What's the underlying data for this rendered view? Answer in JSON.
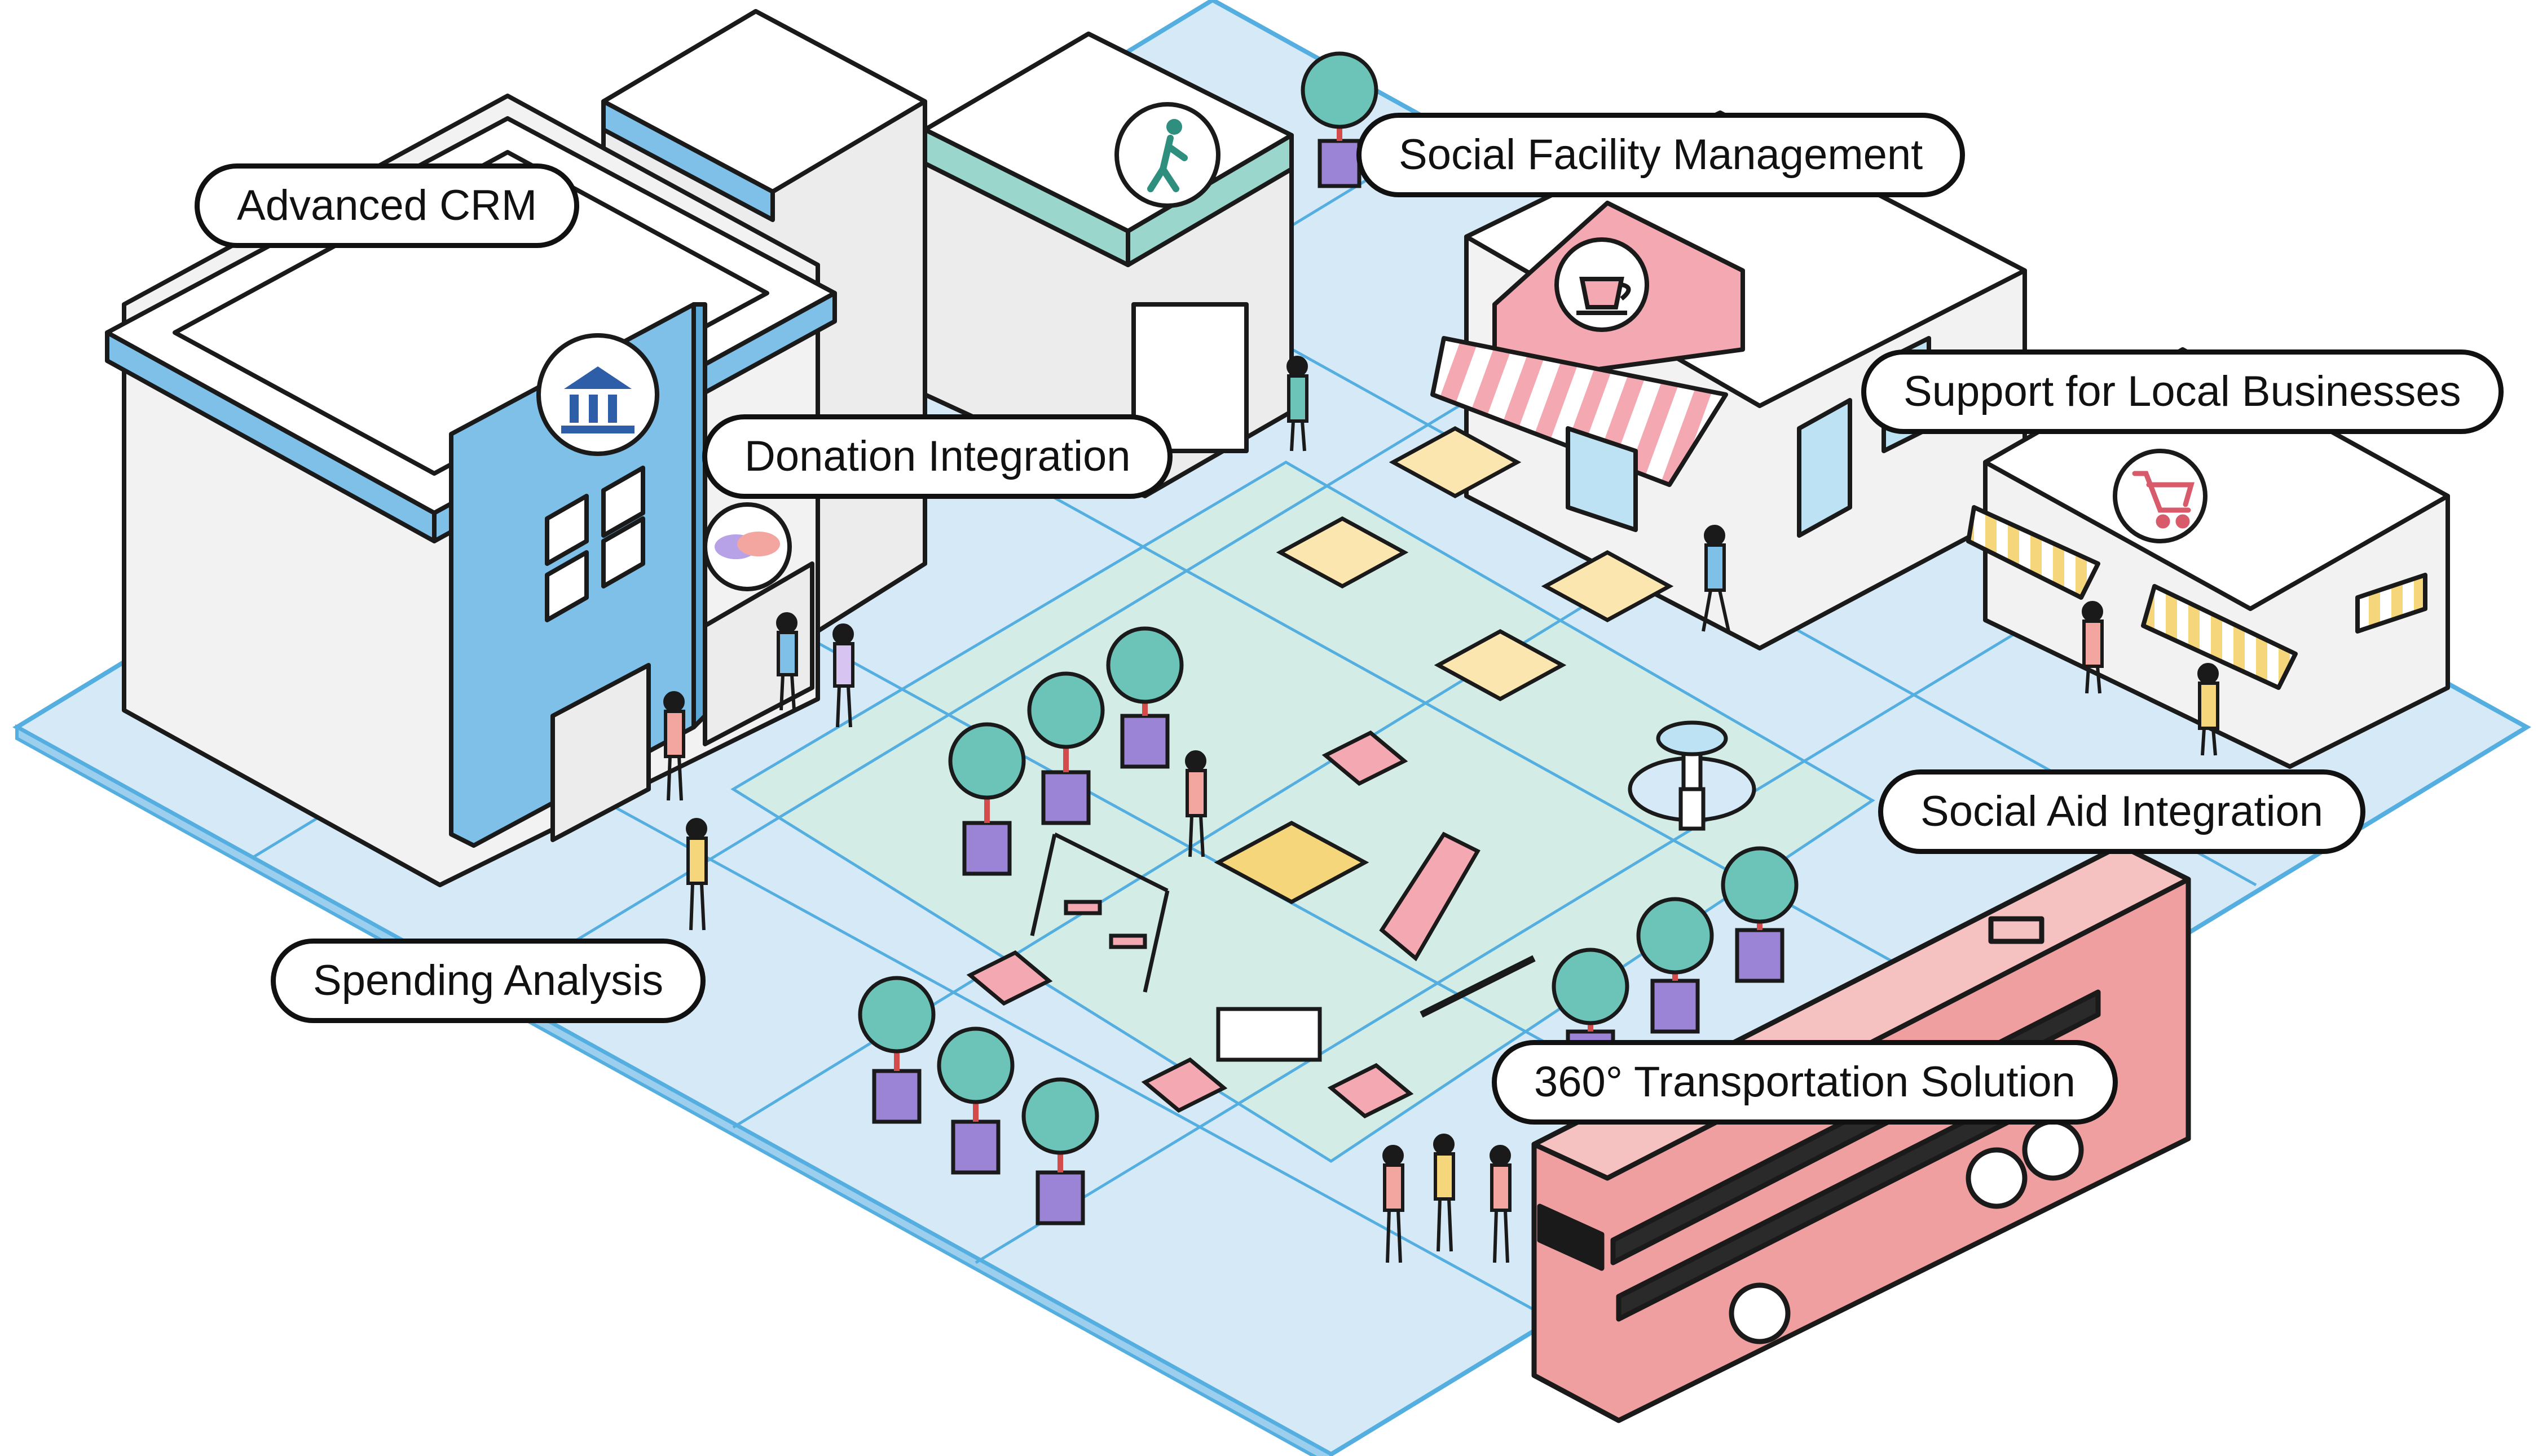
{
  "callouts": {
    "advanced_crm": "Advanced CRM",
    "donation_integration": "Donation Integration",
    "spending_analysis": "Spending Analysis",
    "social_facility_management": "Social Facility Management",
    "support_local_businesses": "Support for Local Businesses",
    "social_aid_integration": "Social Aid Integration",
    "transportation_solution": "360° Transportation Solution"
  },
  "icons": [
    "bank-icon",
    "handshake-icon",
    "hiker-icon",
    "coffee-cup-icon",
    "shopping-cart-icon"
  ],
  "colors": {
    "ground": "#d6e9f6",
    "plaza": "#d3ece6",
    "grid_line": "#54aee0",
    "building_blue": "#7ec0e8",
    "building_teal": "#9bd6cc",
    "cafe_pink": "#f4a9b2",
    "bus_pink": "#ef9f9f",
    "tree": "#6cc4b8",
    "planter": "#9b84d6",
    "awning_yellow": "#f6d67a",
    "outline": "#1a1a1a"
  }
}
